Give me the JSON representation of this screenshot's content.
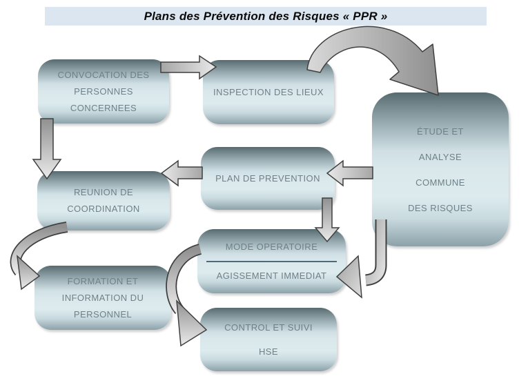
{
  "title": "Plans des Prévention des Risques « PPR »",
  "nodes": {
    "convocation": {
      "lines": [
        "CONVOCATION DES",
        "PERSONNES",
        "CONCERNEES"
      ]
    },
    "inspection": {
      "lines": [
        "INSPECTION DES LIEUX"
      ]
    },
    "etude": {
      "lines": [
        "ÉTUDE ET",
        "ANALYSE",
        "COMMUNE",
        "DES RISQUES"
      ]
    },
    "plan": {
      "lines": [
        "PLAN DE PREVENTION"
      ]
    },
    "reunion": {
      "lines": [
        "REUNION DE",
        "COORDINATION"
      ]
    },
    "mode_operatoire": {
      "lines": [
        "MODE OPERATOIRE",
        "AGISSEMENT IMMEDIAT"
      ]
    },
    "formation": {
      "lines": [
        "FORMATION ET",
        "INFORMATION DU",
        "PERSONNEL"
      ]
    },
    "control": {
      "lines": [
        "CONTROL ET SUIVI",
        "HSE"
      ]
    }
  },
  "edges": [
    {
      "from": "convocation",
      "to": "inspection"
    },
    {
      "from": "inspection",
      "to": "etude"
    },
    {
      "from": "etude",
      "to": "plan"
    },
    {
      "from": "plan",
      "to": "reunion"
    },
    {
      "from": "convocation",
      "to": "reunion"
    },
    {
      "from": "plan",
      "to": "mode_operatoire"
    },
    {
      "from": "etude",
      "to": "mode_operatoire"
    },
    {
      "from": "reunion",
      "to": "formation"
    },
    {
      "from": "mode_operatoire",
      "to": "control"
    }
  ],
  "colors": {
    "background": "#ffffff",
    "title_bar_bg": "#dce6f1",
    "title_text": "#0b0b0b",
    "node_text": "#6e8087",
    "node_gradient_top": "#566a6f",
    "node_gradient_middle": "#dcebee",
    "node_gradient_bottom": "#8da1a9",
    "mode_divider": "#4e6a77",
    "arrow_fill_dark": "#909090",
    "arrow_fill_light": "#ebebeb",
    "arrow_outline": "#3f3f3f"
  }
}
